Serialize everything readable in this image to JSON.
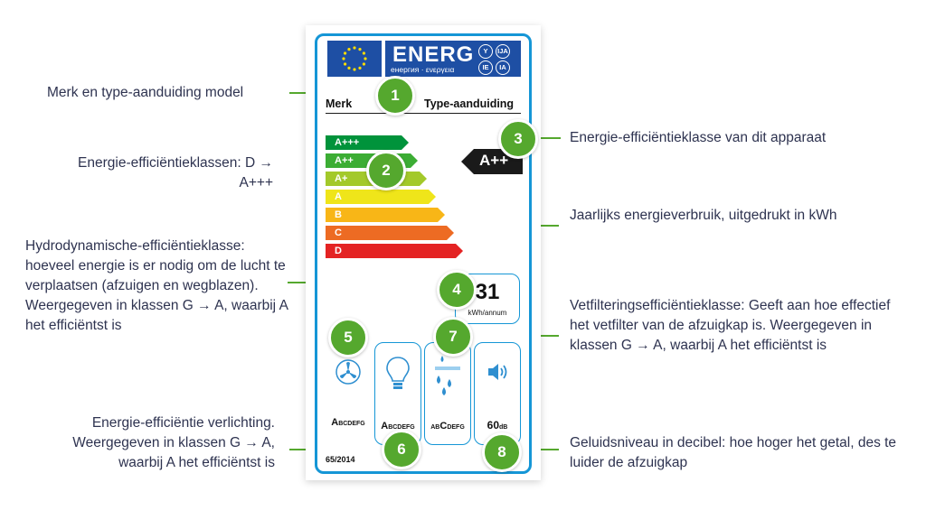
{
  "label": {
    "energy_word": "ENERG",
    "energy_sub": "енергия · ενεργεια",
    "lang_codes": [
      "Y",
      "IJA",
      "IE",
      "IA"
    ],
    "brand": "Merk",
    "model": "Type-aanduiding",
    "classes": [
      "A+++",
      "A++",
      "A+",
      "A",
      "B",
      "C",
      "D"
    ],
    "class_colors": [
      "#00933b",
      "#3cad34",
      "#a3c92a",
      "#efe51a",
      "#f8b617",
      "#ed6b23",
      "#e42323"
    ],
    "appliance_class": "A++",
    "kwh_value": "31",
    "kwh_unit": "kWh/annum",
    "fluid_class": {
      "pre": "A",
      "post": "BCDEFG"
    },
    "lighting_class": {
      "pre": "A",
      "post": "BCDEFG"
    },
    "grease_class": {
      "pre": "AB",
      "mid": "C",
      "post": "DEFG"
    },
    "noise_value": "60",
    "noise_unit": "dB",
    "regulation": "65/2014"
  },
  "annotations": [
    {
      "num": "1",
      "text": "Merk en type-aanduiding model"
    },
    {
      "num": "2",
      "text": "Energie-efficiëntieklassen: D → A+++"
    },
    {
      "num": "3",
      "text": "Energie-efficiëntieklasse van dit apparaat"
    },
    {
      "num": "4",
      "text": "Jaarlijks energieverbruik, uitgedrukt in kWh"
    },
    {
      "num": "5",
      "text": "Hydrodynamische-efficiëntieklasse: hoeveel energie is er nodig om de lucht te verplaatsen (afzuigen en wegblazen). Weergegeven in klassen G → A, waarbij A het efficiëntst is"
    },
    {
      "num": "6",
      "text": "Energie-efficiëntie verlichting. Weergegeven in klassen G → A, waarbij A het efficiëntst is"
    },
    {
      "num": "7",
      "text": "Vetfilteringsefficiëntieklasse: Geeft aan hoe effectief het vetfilter van de afzuigkap is. Weergegeven in klassen G → A, waarbij A het efficiëntst is"
    },
    {
      "num": "8",
      "text": "Geluidsniveau in decibel: hoe hoger het getal, des te luider de afzuigkap"
    }
  ]
}
